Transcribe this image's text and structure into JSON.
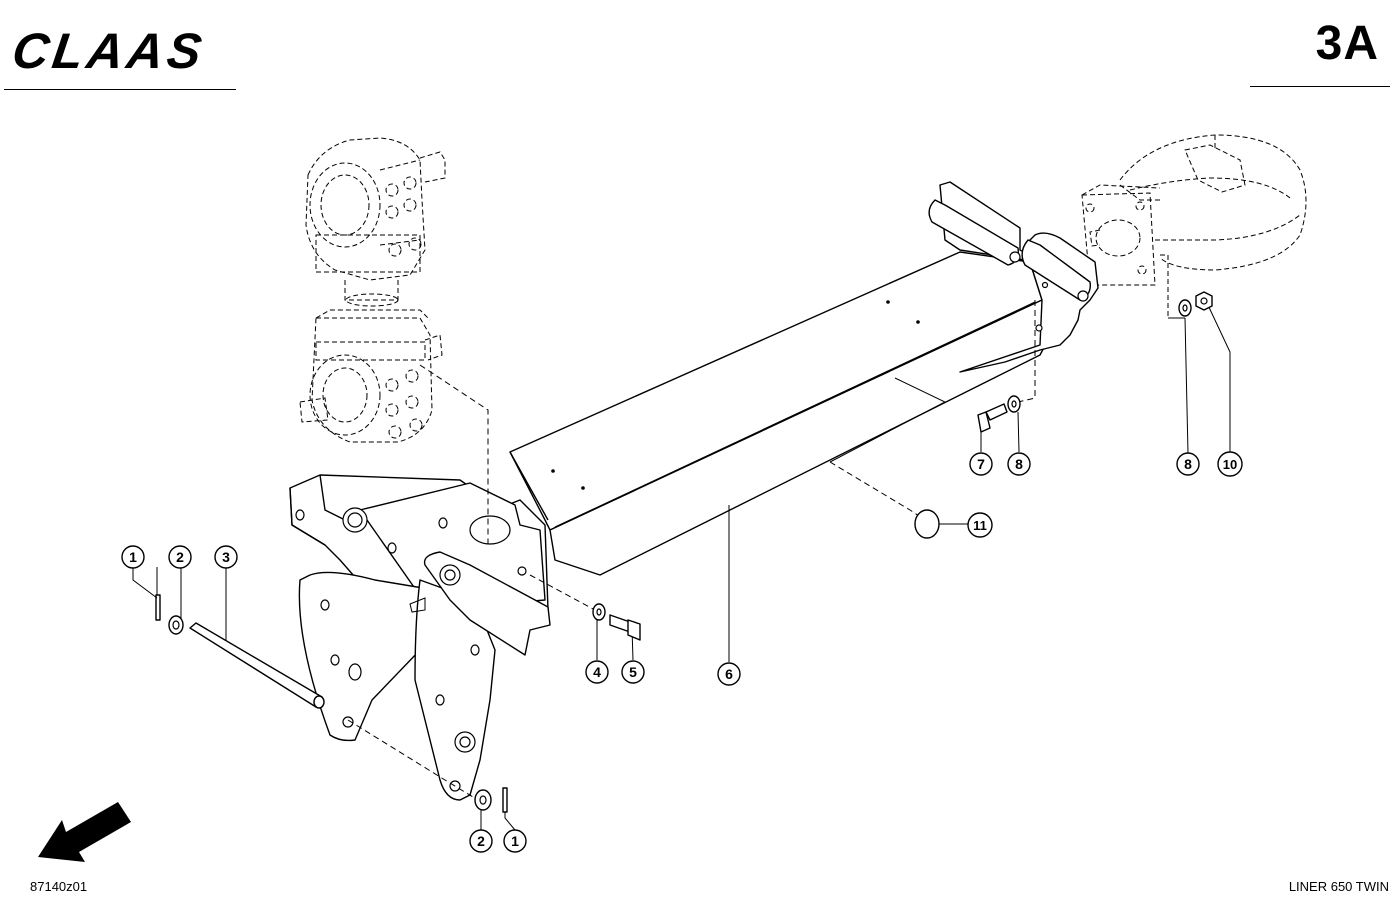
{
  "header": {
    "brand": "CLAAS",
    "page_number": "3A"
  },
  "footer": {
    "drawing_number": "87140z01",
    "model": "LINER 650 TWIN"
  },
  "callouts": [
    {
      "id": "c1a",
      "number": "1"
    },
    {
      "id": "c2a",
      "number": "2"
    },
    {
      "id": "c3",
      "number": "3"
    },
    {
      "id": "c4",
      "number": "4"
    },
    {
      "id": "c5",
      "number": "5"
    },
    {
      "id": "c6",
      "number": "6"
    },
    {
      "id": "c7",
      "number": "7"
    },
    {
      "id": "c8a",
      "number": "8"
    },
    {
      "id": "c8b",
      "number": "8"
    },
    {
      "id": "c10",
      "number": "10"
    },
    {
      "id": "c11",
      "number": "11"
    },
    {
      "id": "c2b",
      "number": "2"
    },
    {
      "id": "c1b",
      "number": "1"
    }
  ],
  "icons": {
    "direction": "direction-arrow-icon",
    "logo": "claas-logo"
  }
}
